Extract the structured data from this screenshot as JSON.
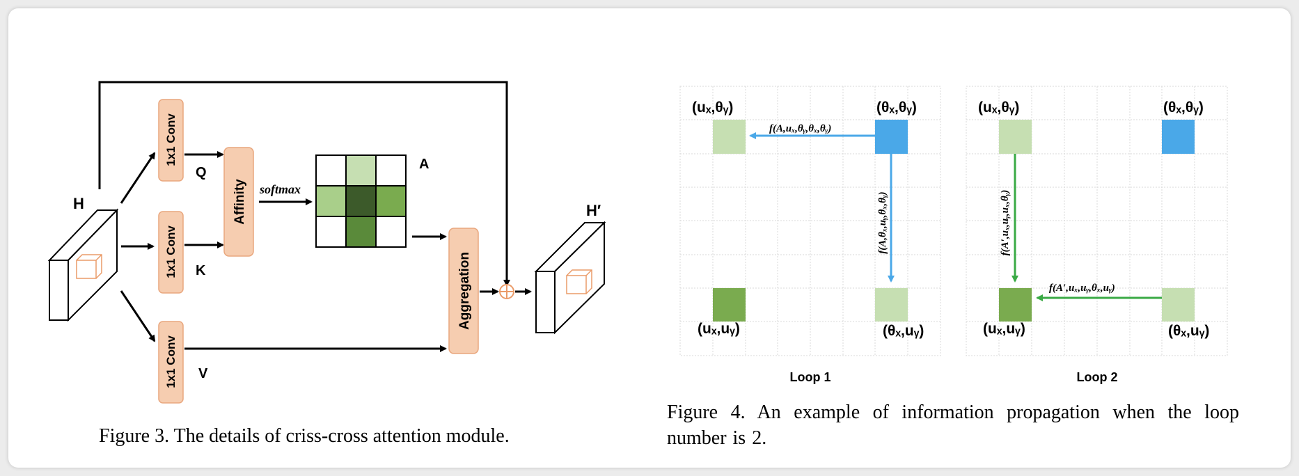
{
  "figure3": {
    "labels": {
      "H": "H",
      "H_prime": "H′",
      "Q": "Q",
      "K": "K",
      "V": "V",
      "A": "A",
      "softmax": "softmax",
      "conv": "1x1 Conv",
      "affinity": "Affinity",
      "aggregation": "Aggregation"
    },
    "caption": "Figure 3. The details of criss-cross attention module."
  },
  "figure4": {
    "loop1": {
      "title": "Loop 1",
      "top_left": "(uₓ,θᵧ)",
      "top_right": "(θₓ,θᵧ)",
      "bottom_left": "(uₓ,uᵧ)",
      "bottom_right": "(θₓ,uᵧ)",
      "horizontal_fn": "f(A,uₓ,θᵧ,θₓ,θᵧ)",
      "vertical_fn": "f(A,θₓ,uᵧ,θₓ,θᵧ)"
    },
    "loop2": {
      "title": "Loop 2",
      "top_left": "(uₓ,θᵧ)",
      "top_right": "(θₓ,θᵧ)",
      "bottom_left": "(uₓ,uᵧ)",
      "bottom_right": "(θₓ,uᵧ)",
      "horizontal_fn": "f(A′,uₓ,uᵧ,θₓ,uᵧ)",
      "vertical_fn": "f(A′,uₓ,uᵧ,uₓ,θᵧ)"
    },
    "caption": "Figure 4. An example of information propagation when the loop number is 2."
  },
  "colors": {
    "peach": "#f6cdb0",
    "peach_border": "#e9a77e",
    "light_green": "#c6dfb2",
    "mid_green": "#7aab4f",
    "dark_green": "#3c5a2a",
    "blue": "#4aa8e8",
    "arrow_green": "#3aaa45"
  }
}
